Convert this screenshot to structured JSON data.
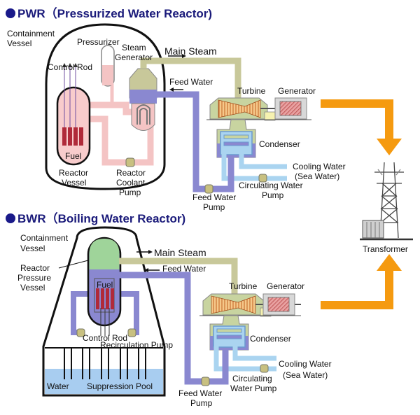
{
  "pwr": {
    "title": "PWR（Pressurized Water Reactor)",
    "labels": {
      "containment_1": "Containment",
      "containment_2": "Vessel",
      "pressurizer": "Pressurizer",
      "steam_generator_1": "Steam",
      "steam_generator_2": "Generator",
      "main_steam": "Main Steam",
      "control_rod": "Control Rod",
      "feed_water": "Feed Water",
      "turbine": "Turbine",
      "generator": "Generator",
      "fuel": "Fuel",
      "condenser": "Condenser",
      "reactor_vessel_1": "Reactor",
      "reactor_vessel_2": "Vessel",
      "reactor_coolant_pump_1": "Reactor",
      "reactor_coolant_pump_2": "Coolant",
      "reactor_coolant_pump_3": "Pump",
      "cooling_water_1": "Cooling Water",
      "cooling_water_2": "(Sea Water)",
      "circulating_pump_1": "Circulating Water",
      "circulating_pump_2": "Pump",
      "feed_water_pump_1": "Feed Water",
      "feed_water_pump_2": "Pump"
    }
  },
  "bwr": {
    "title": "BWR（Boiling Water Reactor)",
    "labels": {
      "containment_1": "Containment",
      "containment_2": "Vessel",
      "main_steam": "Main Steam",
      "feed_water": "Feed Water",
      "rpv_1": "Reactor",
      "rpv_2": "Pressure",
      "rpv_3": "Vessel",
      "fuel": "Fuel",
      "turbine": "Turbine",
      "generator": "Generator",
      "control_rod": "Control Rod",
      "recirculation_pump": "Recirculation Pump",
      "condenser": "Condenser",
      "cooling_water_1": "Cooling Water",
      "cooling_water_2": "(Sea Water)",
      "water": "Water",
      "suppression_pool": "Suppression Pool",
      "circulating_pump_1": "Circulating",
      "circulating_pump_2": "Water Pump",
      "feed_water_pump_1": "Feed Water",
      "feed_water_pump_2": "Pump"
    }
  },
  "shared": {
    "transformer": "Transformer"
  },
  "colors": {
    "title": "#1a1a7a",
    "bullet": "#1a1a8a",
    "steam": "#c8c89a",
    "feed_water": "#8a88d0",
    "primary_coolant": "#f4c4c4",
    "fuel": "#b02a3a",
    "cooling_water": "#aad4f0",
    "power_arrow": "#f59a10",
    "bwr_steam_dome": "#9fd49a",
    "suppression_pool": "#a8cdf0"
  }
}
